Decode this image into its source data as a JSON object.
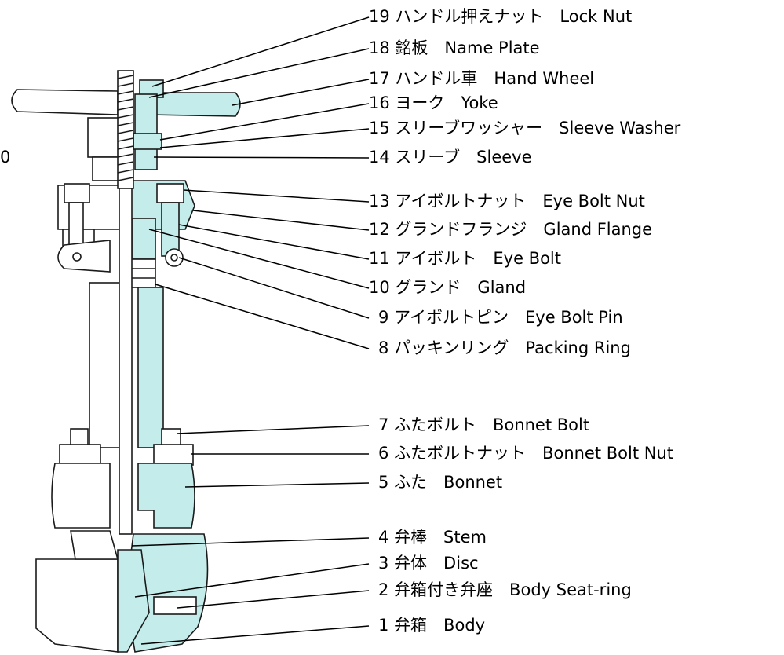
{
  "edge_text": "0",
  "parts": [
    {
      "number": "19",
      "label": "ハンドル押えナット　Lock Nut"
    },
    {
      "number": "18",
      "label": "銘板　Name Plate"
    },
    {
      "number": "17",
      "label": "ハンドル車　Hand Wheel"
    },
    {
      "number": "16",
      "label": "ヨーク　Yoke"
    },
    {
      "number": "15",
      "label": "スリーブワッシャー　Sleeve Washer"
    },
    {
      "number": "14",
      "label": "スリーブ　Sleeve"
    },
    {
      "number": "13",
      "label": "アイボルトナット　Eye Bolt Nut"
    },
    {
      "number": "12",
      "label": "グランドフランジ　Gland Flange"
    },
    {
      "number": "11",
      "label": "アイボルト　Eye Bolt"
    },
    {
      "number": "10",
      "label": "グランド　Gland"
    },
    {
      "number": "9",
      "label": "アイボルトピン　Eye Bolt Pin"
    },
    {
      "number": "8",
      "label": "パッキンリング　Packing Ring"
    },
    {
      "number": "7",
      "label": "ふたボルト　Bonnet Bolt"
    },
    {
      "number": "6",
      "label": "ふたボルトナット　Bonnet Bolt Nut"
    },
    {
      "number": "5",
      "label": "ふた　Bonnet"
    },
    {
      "number": "4",
      "label": "弁棒　Stem"
    },
    {
      "number": "3",
      "label": "弁体　Disc"
    },
    {
      "number": "2",
      "label": "弁箱付き弁座　Body Seat-ring"
    },
    {
      "number": "1",
      "label": "弁箱　Body"
    }
  ],
  "colors": {
    "section_fill": "#c4ecea",
    "outline": "#1a1a1a",
    "background": "#ffffff"
  }
}
